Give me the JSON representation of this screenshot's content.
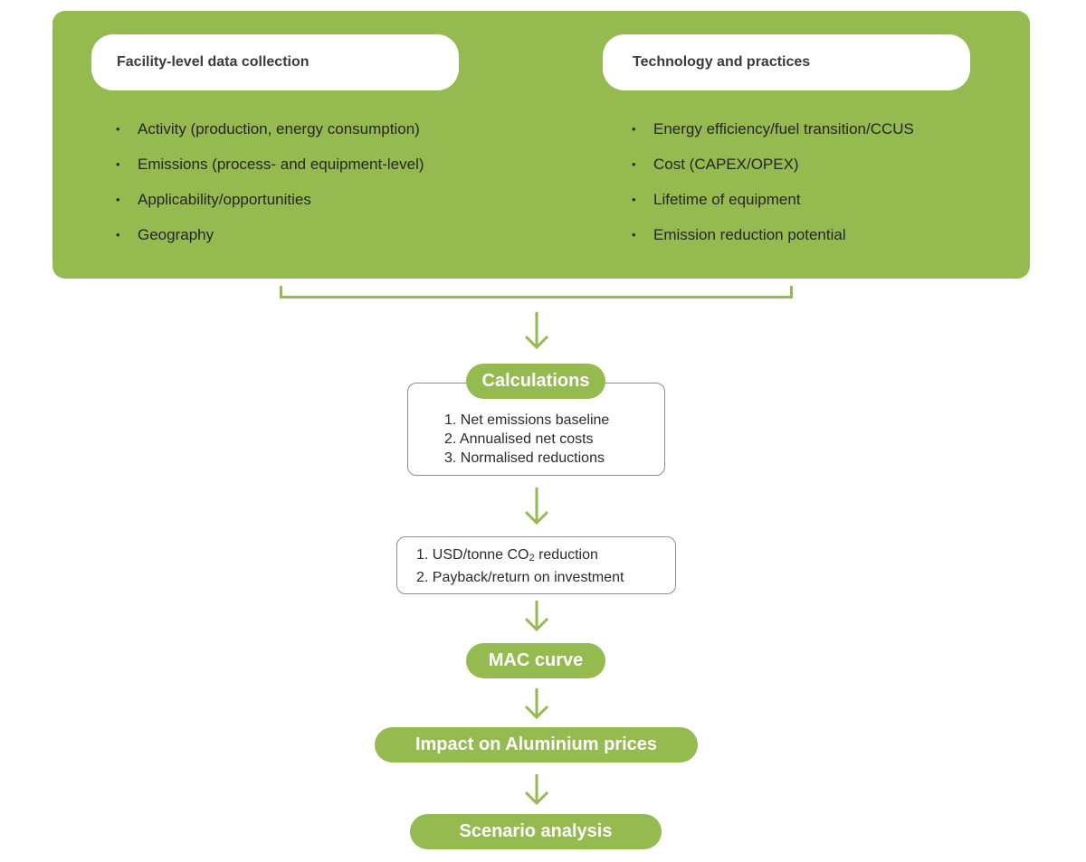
{
  "left_section": {
    "title": "Facility-level data collection",
    "items": [
      "Activity (production, energy consumption)",
      "Emissions (process- and equipment-level)",
      "Applicability/opportunities",
      "Geography"
    ]
  },
  "right_section": {
    "title": "Technology and practices",
    "items": [
      "Energy efficiency/fuel transition/CCUS",
      "Cost (CAPEX/OPEX)",
      "Lifetime of equipment",
      "Emission reduction potential"
    ]
  },
  "bullet_char": "•",
  "calculations": {
    "label": "Calculations",
    "steps": [
      "1. Net emissions baseline",
      "2. Annualised net costs",
      "3. Normalised reductions"
    ]
  },
  "outputs": {
    "line1_prefix": "1. USD/tonne CO",
    "line1_sub": "2",
    "line1_suffix": " reduction",
    "line2": "2. Payback/return on investment"
  },
  "flow_steps": {
    "mac_curve": "MAC curve",
    "impact": "Impact on Aluminium prices",
    "scenario": "Scenario analysis"
  },
  "colors": {
    "accent_green": "#94ba50",
    "box_border": "#8e8e8e"
  }
}
